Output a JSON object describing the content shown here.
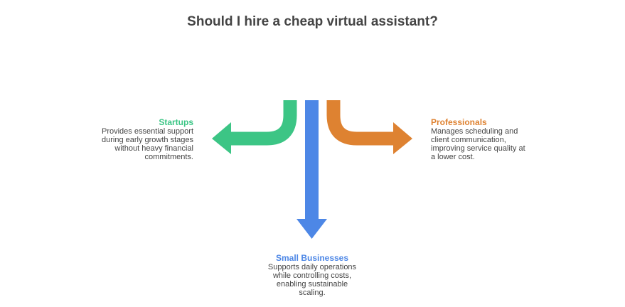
{
  "title": "Should I hire a cheap virtual assistant?",
  "colors": {
    "startups": "#3cc585",
    "small_businesses": "#4d87e6",
    "professionals": "#de8231"
  },
  "options": [
    {
      "heading": "Startups",
      "lines": [
        "Provides essential support",
        "during early growth stages",
        "without heavy financial",
        "commitments."
      ]
    },
    {
      "heading": "Small Businesses",
      "lines": [
        "Supports daily operations",
        "while controlling costs,",
        "enabling sustainable",
        "scaling."
      ]
    },
    {
      "heading": "Professionals",
      "lines": [
        "Manages scheduling and",
        "client communication,",
        "improving service quality at",
        "a lower cost."
      ]
    }
  ]
}
